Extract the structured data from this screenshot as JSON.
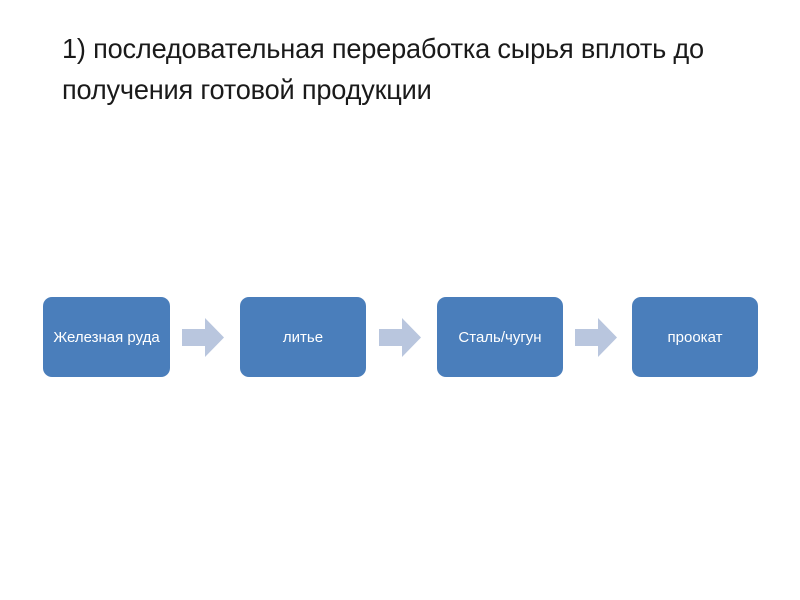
{
  "slide": {
    "background_color": "#ffffff",
    "title": "1) последовательная переработка сырья вплоть до получения готовой продукции",
    "title_line_1": "1) последовательная переработка сырья",
    "title_line_2": "вплоть до получения готовой продукции",
    "title_color": "#1a1a1a"
  },
  "diagram": {
    "type": "linear-process-flow",
    "box_fill_color": "#4a7ebb",
    "box_text_color": "#ffffff",
    "arrow_color": "#b9c6de",
    "steps": [
      {
        "index": 1,
        "label": "Железная руда"
      },
      {
        "index": 2,
        "label": "литье"
      },
      {
        "index": 3,
        "label": "Сталь/чугун"
      },
      {
        "index": 4,
        "label": "проокат"
      }
    ],
    "connectors": [
      {
        "from": 1,
        "to": 2,
        "icon": "right-block-arrow-icon"
      },
      {
        "from": 2,
        "to": 3,
        "icon": "right-block-arrow-icon"
      },
      {
        "from": 3,
        "to": 4,
        "icon": "right-block-arrow-icon"
      }
    ]
  }
}
